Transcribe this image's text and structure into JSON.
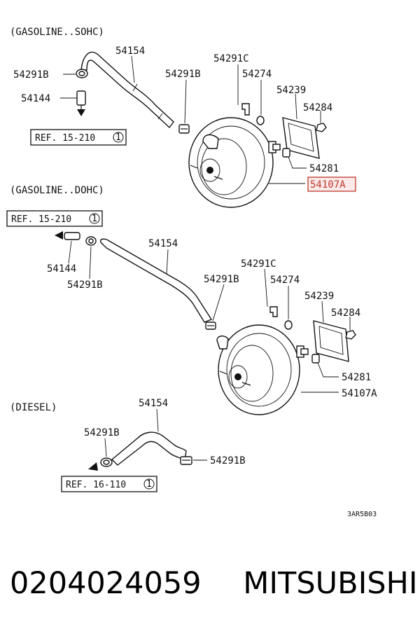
{
  "sections": [
    {
      "title": "(GASOLINE..SOHC)"
    },
    {
      "title": "(GASOLINE..DOHC)"
    },
    {
      "title": "(DIESEL)"
    }
  ],
  "sohc": {
    "hose": "54154",
    "clamp_left": "54291B",
    "valve": "54144",
    "ref": "REF. 15-210",
    "clamp_right": "54291B",
    "bracket": "54291C",
    "seal": "54274",
    "gasket": "54239",
    "nut": "54284",
    "bolt": "54281",
    "booster": "54107A"
  },
  "dohc": {
    "ref": "REF. 15-210",
    "hose": "54154",
    "valve": "54144",
    "clamp_left": "54291B",
    "clamp_right": "54291B",
    "bracket": "54291C",
    "seal": "54274",
    "gasket": "54239",
    "nut": "54284",
    "bolt": "54281",
    "booster": "54107A"
  },
  "diesel": {
    "hose": "54154",
    "clamp_left": "54291B",
    "clamp_right": "54291B",
    "ref": "REF. 16-110"
  },
  "ref_circle": "1",
  "diagram_code": "3AR5B03",
  "footer": {
    "part_number": "0204024059",
    "brand": "MITSUBISHI"
  },
  "highlight_color": "#c0392b"
}
